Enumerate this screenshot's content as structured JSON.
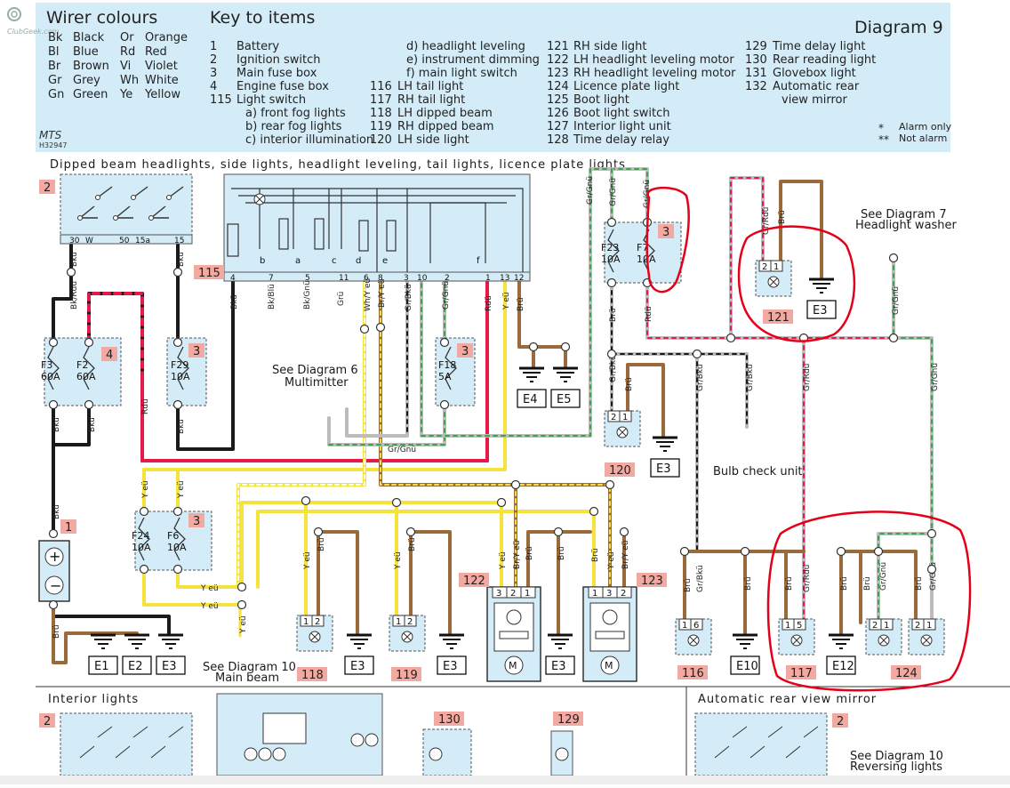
{
  "page": {
    "diagram_title": "Diagram 9",
    "watermark": "ClubGeek.com",
    "publisher": "MTS",
    "ref_code": "H32947"
  },
  "wire_colours": {
    "title": "Wirer colours",
    "items": [
      {
        "code": "Bk",
        "name": "Black"
      },
      {
        "code": "Or",
        "name": "Orange"
      },
      {
        "code": "Bl",
        "name": "Blue"
      },
      {
        "code": "Rd",
        "name": "Red"
      },
      {
        "code": "Br",
        "name": "Brown"
      },
      {
        "code": "Vi",
        "name": "Violet"
      },
      {
        "code": "Gr",
        "name": "Grey"
      },
      {
        "code": "Wh",
        "name": "White"
      },
      {
        "code": "Gn",
        "name": "Green"
      },
      {
        "code": "Ye",
        "name": "Yellow"
      }
    ]
  },
  "key": {
    "title": "Key to items",
    "col1": [
      {
        "n": "1",
        "t": "Battery"
      },
      {
        "n": "2",
        "t": "Ignition switch"
      },
      {
        "n": "3",
        "t": "Main fuse box"
      },
      {
        "n": "4",
        "t": "Engine fuse box"
      },
      {
        "n": "115",
        "t": "Light switch"
      },
      {
        "n": "",
        "t": "a)  front fog lights"
      },
      {
        "n": "",
        "t": "b)  rear fog lights"
      },
      {
        "n": "",
        "t": "c)  interior illumination"
      }
    ],
    "col2": [
      {
        "n": "",
        "t": "d)  headlight leveling"
      },
      {
        "n": "",
        "t": "e)  instrument dimming"
      },
      {
        "n": "",
        "t": "f)   main light switch"
      },
      {
        "n": "116",
        "t": "LH tail light"
      },
      {
        "n": "117",
        "t": "RH tail light"
      },
      {
        "n": "118",
        "t": "LH dipped beam"
      },
      {
        "n": "119",
        "t": "RH dipped beam"
      },
      {
        "n": "120",
        "t": "LH side light"
      }
    ],
    "col3": [
      {
        "n": "121",
        "t": "RH side light"
      },
      {
        "n": "122",
        "t": "LH headlight leveling motor"
      },
      {
        "n": "123",
        "t": "RH headlight leveling motor"
      },
      {
        "n": "124",
        "t": "Licence plate light"
      },
      {
        "n": "125",
        "t": "Boot light"
      },
      {
        "n": "126",
        "t": "Boot light switch"
      },
      {
        "n": "127",
        "t": "Interior light unit"
      },
      {
        "n": "128",
        "t": "Time delay relay"
      }
    ],
    "col4": [
      {
        "n": "129",
        "t": "Time delay light"
      },
      {
        "n": "130",
        "t": "Rear reading light"
      },
      {
        "n": "131",
        "t": "Glovebox light"
      },
      {
        "n": "132",
        "t": "Automatic rear"
      },
      {
        "n": "",
        "t": "view mirror"
      }
    ],
    "notes": [
      {
        "sym": "*",
        "t": "Alarm only"
      },
      {
        "sym": "**",
        "t": "Not alarm"
      }
    ]
  },
  "sections": {
    "main": "Dipped beam headlights, side lights, headlight leveling, tail lights, licence plate lights",
    "interior": "Interior lights",
    "mirror": "Automatic rear view mirror"
  },
  "components": {
    "ign_switch": {
      "badge": "2",
      "pins": [
        "30",
        "W",
        "50",
        "15a",
        "15"
      ]
    },
    "light_switch": {
      "badge": "115",
      "sub": [
        "b",
        "a",
        "c",
        "d",
        "e",
        "f"
      ],
      "pins": [
        "4",
        "7",
        "5",
        "11",
        "6",
        "8",
        "3",
        "10",
        "2",
        "1",
        "13",
        "12"
      ]
    },
    "fuse_box_4": {
      "badge": "4",
      "fuses": [
        {
          "id": "F3",
          "rating": "60A"
        },
        {
          "id": "F2",
          "rating": "60A"
        }
      ]
    },
    "fuse_f29": {
      "badge": "3",
      "id": "F29",
      "rating": "10A"
    },
    "fuse_f18": {
      "badge": "3",
      "id": "F18",
      "rating": "5A"
    },
    "fuse_f24_f6": {
      "badge": "3",
      "fuses": [
        {
          "id": "F24",
          "rating": "10A"
        },
        {
          "id": "F6",
          "rating": "10A"
        }
      ]
    },
    "fuse_f23_f7": {
      "badge": "3",
      "fuses": [
        {
          "id": "F23",
          "rating": "10A"
        },
        {
          "id": "F7",
          "rating": "10A"
        }
      ]
    },
    "battery": {
      "badge": "1"
    },
    "grounds": [
      "E1",
      "E2",
      "E3",
      "E3",
      "E3",
      "E3",
      "E4",
      "E5",
      "E3",
      "E10",
      "E12",
      "E3"
    ],
    "side_120": {
      "badge": "120",
      "pins": [
        "2",
        "1"
      ]
    },
    "side_121": {
      "badge": "121",
      "pins": [
        "2",
        "1"
      ]
    },
    "beam_118": {
      "badge": "118",
      "pins": [
        "1",
        "2"
      ]
    },
    "beam_119": {
      "badge": "119",
      "pins": [
        "1",
        "2"
      ]
    },
    "motor_122": {
      "badge": "122",
      "pins": [
        "3",
        "2",
        "1"
      ]
    },
    "motor_123": {
      "badge": "123",
      "pins": [
        "1",
        "3",
        "2"
      ]
    },
    "tail_116": {
      "badge": "116",
      "pins": [
        "1",
        "6"
      ]
    },
    "tail_117": {
      "badge": "117",
      "pins": [
        "1",
        "5"
      ]
    },
    "plate_124": {
      "badge": "124",
      "pins": [
        "2",
        "1",
        "2",
        "1"
      ]
    },
    "int_130": {
      "badge": "130"
    },
    "int_129": {
      "badge": "129"
    },
    "mirror_ign": {
      "badge": "2"
    },
    "interior_ign": {
      "badge": "2"
    }
  },
  "notes": {
    "multitimer": "See Diagram 6 Multimitter",
    "multitimer_l1": "See Diagram 6",
    "multitimer_l2": "Multimitter",
    "washer_l1": "See Diagram 7",
    "washer_l2": "Headlight washer",
    "mainbeam_l1": "See Diagram 10",
    "mainbeam_l2": "Main beam",
    "reversing_l1": "See Diagram 10",
    "reversing_l2": "Reversing lights",
    "bulb_check": "Bulb check unit"
  },
  "wire_labels": {
    "bku": "Bkü",
    "bkrdu": "Bk/Rdü",
    "rdu": "Rdü",
    "bkblu": "Bk/Blü",
    "bkgnu": "Bk/Gnü",
    "gru": "Grü",
    "whyeu": "Wh/Y eü",
    "bryeu": "Br/Y eü",
    "grbku": "Gr/Bkü",
    "grgnu": "Gr/Gnü",
    "yeu": "Y eü",
    "bru": "Brü",
    "grrdu": "Gr/Rdü"
  },
  "colours": {
    "panel_bg": "#d4ecf8",
    "badge_bg": "#f2a9a2",
    "annotation": "#e5001a",
    "wire_black": "#1a1a1a",
    "wire_red": "#e8184a",
    "wire_brown": "#9b6a3a",
    "wire_yellow": "#f3e33a",
    "wire_grey": "#bcbcbc",
    "wire_green": "#3aa54a"
  }
}
